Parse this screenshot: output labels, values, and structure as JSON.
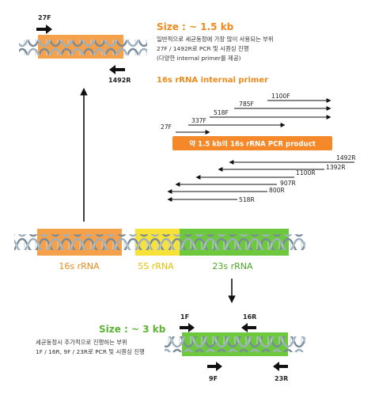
{
  "top": {
    "size_label": "Size : ~ 1.5 kb",
    "desc_lines": [
      "일반적으로 세균동정에 가장 많이 사용되는 부위",
      "27F / 1492R로 PCR 및 시퀀싱 진행",
      "(다양한 internal primer를 제공)"
    ],
    "primer_fwd": "27F",
    "primer_rev": "1492R"
  },
  "internal": {
    "title": "16s rRNA internal primer",
    "product_label": "약 1.5 kb의 16s rRNA PCR product",
    "forward_primers": [
      "1100F",
      "785F",
      "518F",
      "337F",
      "27F"
    ],
    "reverse_primers": [
      "1492R",
      "1392R",
      "1100R",
      "907R",
      "800R",
      "518R"
    ]
  },
  "operon": {
    "regions": [
      "16s rRNA",
      "5S rRNA",
      "23s rRNA"
    ],
    "colors": {
      "16s": "#f5a04a",
      "5s": "#f7e23a",
      "23s": "#6dc83e"
    }
  },
  "bottom": {
    "size_label": "Size : ~ 3 kb",
    "desc_lines": [
      "세균동정시 추가적으로 진행하는 부위",
      "1F / 16R, 9F / 23R로 PCR 및 시퀀싱 진행"
    ],
    "primers_top": [
      "1F",
      "16R"
    ],
    "primers_bottom": [
      "9F",
      "23R"
    ]
  }
}
